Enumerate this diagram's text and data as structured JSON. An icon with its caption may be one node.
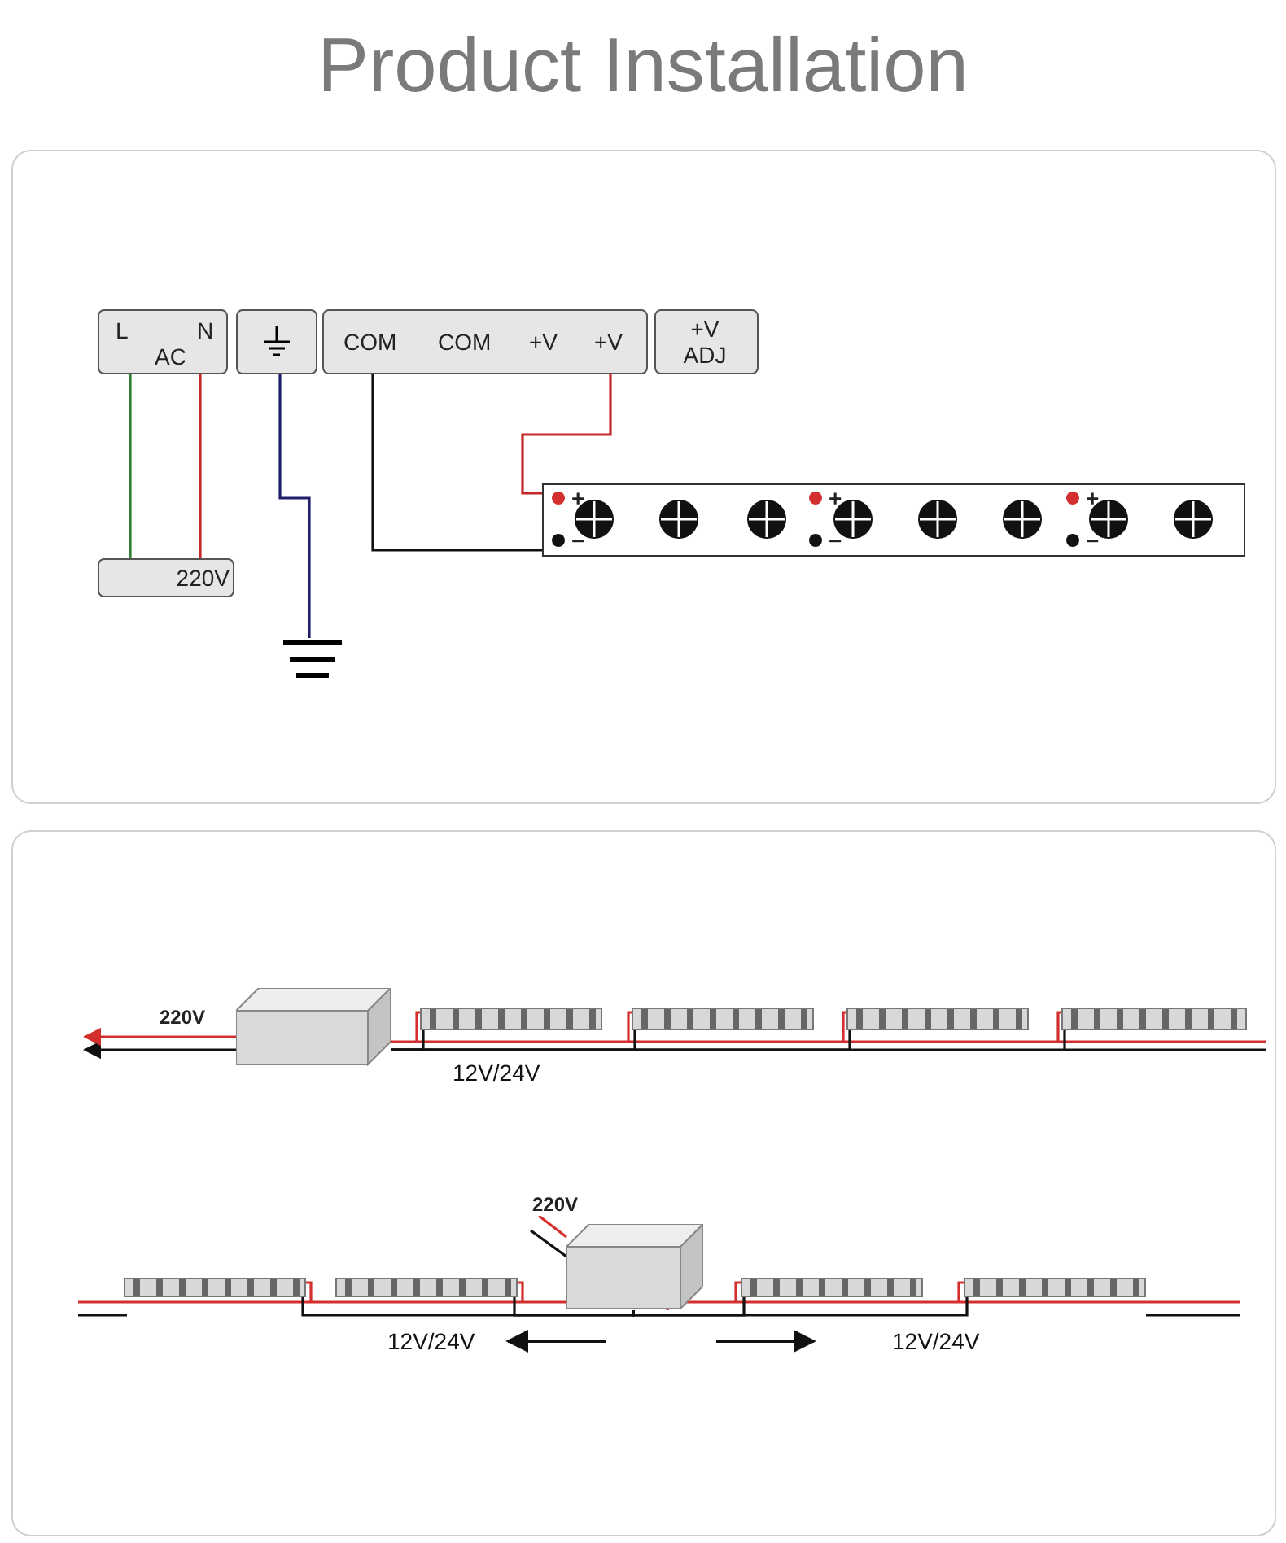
{
  "diagram": {
    "title": "Product Installation",
    "nodes": [
      {
        "text": [
          "L",
          "AC",
          "N"
        ]
      },
      {
        "text": [],
        "shape": "box"
      },
      {
        "text": [
          "COM",
          "COM",
          "+V",
          "+V"
        ]
      },
      {
        "text": [
          "+V ADJ"
        ]
      },
      {
        "text": [
          "220V"
        ]
      },
      {
        "text": [],
        "shape": "picture"
      },
      {
        "text": [
          "+",
          "−",
          "+",
          "−",
          "+",
          "−"
        ]
      },
      {
        "text": [],
        "shape": "box"
      },
      {
        "text": [],
        "shape": "bar"
      },
      {
        "text": [],
        "shape": "bar"
      },
      {
        "text": [],
        "shape": "bar"
      },
      {
        "text": [],
        "shape": "bar"
      },
      {
        "text": [],
        "shape": "box"
      },
      {
        "text": [],
        "shape": "bar"
      },
      {
        "text": [],
        "shape": "bar"
      },
      {
        "text": [],
        "shape": "bar"
      },
      {
        "text": [],
        "shape": "bar"
      }
    ],
    "edges": [
      {
        "from": 0,
        "to": 4,
        "arrow": "none",
        "color": "#2e7d32"
      },
      {
        "from": 0,
        "to": 4,
        "arrow": "none",
        "color": "#c62828"
      },
      {
        "from": 1,
        "to": 5,
        "arrow": "none",
        "color": "#1f1f6b"
      },
      {
        "from": 2,
        "to": 6,
        "arrow": "none"
      },
      {
        "from": 2,
        "to": 6,
        "arrow": "none",
        "color": "#c62828"
      },
      {
        "from": 7,
        "to": null,
        "arrow": "to",
        "label": "220V"
      },
      {
        "from": 7,
        "to": 8,
        "arrow": "none"
      },
      {
        "from": 7,
        "to": 9,
        "arrow": "none"
      },
      {
        "from": 7,
        "to": 10,
        "arrow": "none"
      },
      {
        "from": 7,
        "to": 11,
        "arrow": "none"
      },
      {
        "from": null,
        "to": 12,
        "arrow": "none",
        "label": "220V"
      },
      {
        "from": 12,
        "to": 13,
        "arrow": "none"
      },
      {
        "from": 12,
        "to": 14,
        "arrow": "none"
      },
      {
        "from": 12,
        "to": 15,
        "arrow": "none"
      },
      {
        "from": 12,
        "to": 16,
        "arrow": "none"
      },
      {
        "from": 7,
        "to": null,
        "arrow": "to",
        "color": "#d32f2f"
      }
    ],
    "labels": [
      "12V/24V",
      "12V/24V",
      "12V/24V"
    ]
  }
}
